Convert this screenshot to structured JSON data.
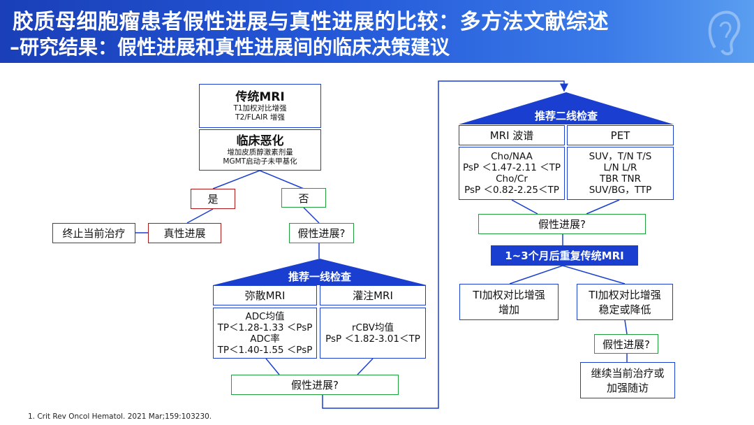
{
  "header": {
    "title": "胶质母细胞瘤患者假性进展与真性进展的比较：多方法文献综述",
    "subtitle": "–研究结果：假性进展和真性进展间的临床决策建议"
  },
  "left": {
    "conventional_mri": {
      "title": "传统MRI",
      "line1": "T1加权对比增强",
      "line2": "T2/FLAIR 增强"
    },
    "clinical_worsening": {
      "title": "临床恶化",
      "line1": "增加皮质醇激素剂量",
      "line2": "MGMT启动子未甲基化"
    },
    "yes": "是",
    "no": "否",
    "stop_treatment": "终止当前治疗",
    "true_progression": "真性进展",
    "pseudo_q1": "假性进展?",
    "first_line": "推荐一线检查",
    "diffusion_mri": "弥散MRI",
    "perfusion_mri": "灌注MRI",
    "diffusion_detail": [
      "ADC均值",
      "TP＜1.28-1.33 ＜PsP",
      "ADC率",
      "TP＜1.40-1.55 ＜PsP"
    ],
    "perfusion_detail": [
      "rCBV均值",
      "PsP ＜1.82-3.01＜TP"
    ],
    "pseudo_q2": "假性进展?"
  },
  "right": {
    "second_line": "推荐二线检查",
    "mrs": "MRI 波谱",
    "pet": "PET",
    "mrs_detail": [
      "Cho/NAA",
      "PsP ＜1.47-2.11 ＜TP",
      "Cho/Cr",
      "PsP ＜0.82-2.25＜TP"
    ],
    "pet_detail": [
      "SUV，T/N T/S",
      "L/N L/R",
      "TBR TNR",
      "SUV/BG，TTP"
    ],
    "pseudo_q3": "假性进展?",
    "repeat_mri": "1~3个月后重复传统MRI",
    "t1_increase": [
      "TI加权对比增强",
      "增加"
    ],
    "t1_stable": [
      "TI加权对比增强",
      "稳定或降低"
    ],
    "pseudo_q4": "假性进展?",
    "continue": [
      "继续当前治疗或",
      "加强随访"
    ]
  },
  "footnote": "1.    Crit Rev Oncol Hematol. 2021 Mar;159:103230.",
  "colors": {
    "blue": "#1a3fd0",
    "red": "#b01818",
    "green": "#1ea03a",
    "header": "#2458d8"
  }
}
